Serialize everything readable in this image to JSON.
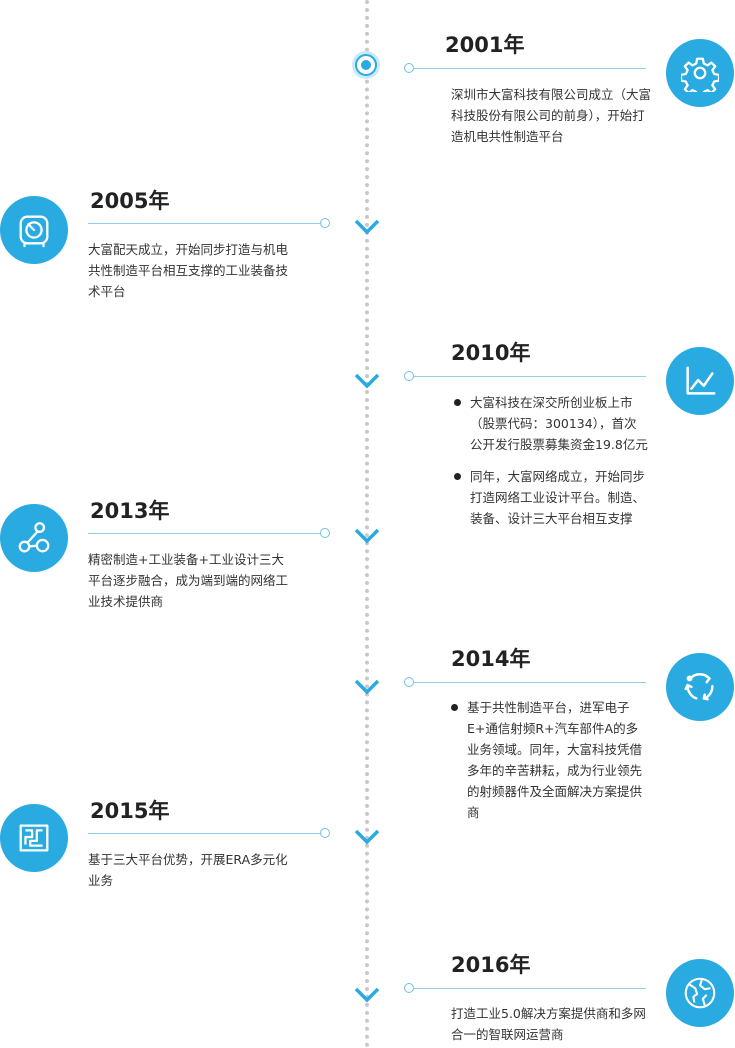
{
  "timeline": [
    {
      "year": "2001年",
      "side": "right",
      "icon": "gear-icon",
      "paragraphs": [
        "深圳市大富科技有限公司成立（大富科技股份有限公司的前身），开始打造机电共性制造平台"
      ]
    },
    {
      "year": "2005年",
      "side": "left",
      "icon": "gauge-icon",
      "paragraphs": [
        "大富配天成立，开始同步打造与机电共性制造平台相互支撑的工业装备技术平台"
      ]
    },
    {
      "year": "2010年",
      "side": "right",
      "icon": "line-chart-icon",
      "bullets": [
        "大富科技在深交所创业板上市（股票代码：300134），首次公开发行股票募集资金19.8亿元",
        "同年，大富网络成立，开始同步打造网络工业设计平台。制造、装备、设计三大平台相互支撑"
      ]
    },
    {
      "year": "2013年",
      "side": "left",
      "icon": "network-nodes-icon",
      "paragraphs": [
        "精密制造+工业装备+工业设计三大平台逐步融合，成为端到端的网络工业技术提供商"
      ]
    },
    {
      "year": "2014年",
      "side": "right",
      "icon": "cycle-arrows-icon",
      "bullets": [
        "基于共性制造平台，进军电子E+通信射频R+汽车部件A的多业务领域。同年，大富科技凭借多年的辛苦耕耘，成为行业领先的射频器件及全面解决方案提供商"
      ]
    },
    {
      "year": "2015年",
      "side": "left",
      "icon": "circuit-board-icon",
      "paragraphs": [
        "基于三大平台优势，开展ERA多元化业务"
      ]
    },
    {
      "year": "2016年",
      "side": "right",
      "icon": "globe-icon",
      "paragraphs": [
        "打造工业5.0解决方案提供商和多网合一的智联网运营商"
      ]
    }
  ],
  "colors": {
    "accent": "#29abe2",
    "line": "#8fd0ec",
    "spine": "#c8c8c8"
  }
}
